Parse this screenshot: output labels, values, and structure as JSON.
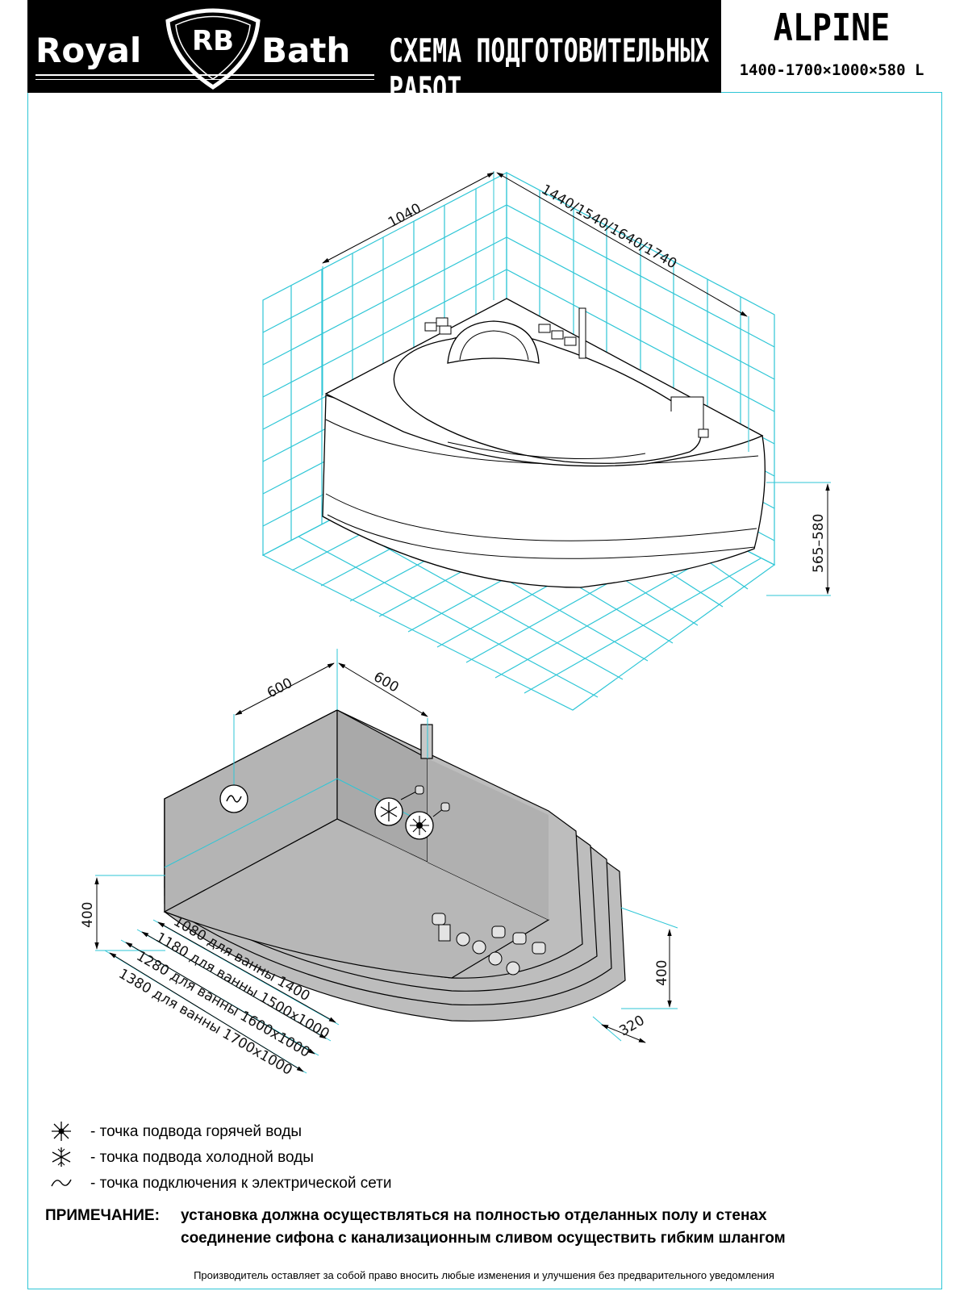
{
  "header": {
    "brand_left": "Royal",
    "brand_logo": "RB",
    "brand_right": "Bath",
    "title": "СХЕМА ПОДГОТОВИТЕЛЬНЫХ РАБОТ",
    "model": "ALPINE",
    "size": "1400-1700×1000×580 L"
  },
  "top_view": {
    "dim_depth": "1040",
    "dim_lengths": "1440/1540/1640/1740",
    "dim_height": "565–580"
  },
  "bottom_view": {
    "dim_left": "600",
    "dim_right": "600",
    "dim_height_left": "400",
    "dim_height_right": "400",
    "dim_front": "320",
    "widths": [
      "1080 для ванны 1400",
      "1180 для ванны 1500х1000",
      "1280 для ванны 1600х1000",
      "1380 для ванны 1700х1000"
    ]
  },
  "legend": [
    {
      "icon": "hot-water-icon",
      "text": "- точка подвода горячей воды"
    },
    {
      "icon": "cold-water-icon",
      "text": "- точка подвода холодной воды"
    },
    {
      "icon": "power-icon",
      "text": "- точка подключения к электрической сети"
    }
  ],
  "note": {
    "label": "ПРИМЕЧАНИЕ:",
    "line1": "установка должна осуществляться на полностью отделанных полу и стенах",
    "line2": "соединение сифона с канализационным сливом осуществить гибким шлангом"
  },
  "disclaimer": "Производитель оставляет за собой право вносить любые изменения и улучшения без предварительного уведомления",
  "colors": {
    "line": "#2ec6d6",
    "fill": "#c8c8c8",
    "ink": "#000000"
  }
}
